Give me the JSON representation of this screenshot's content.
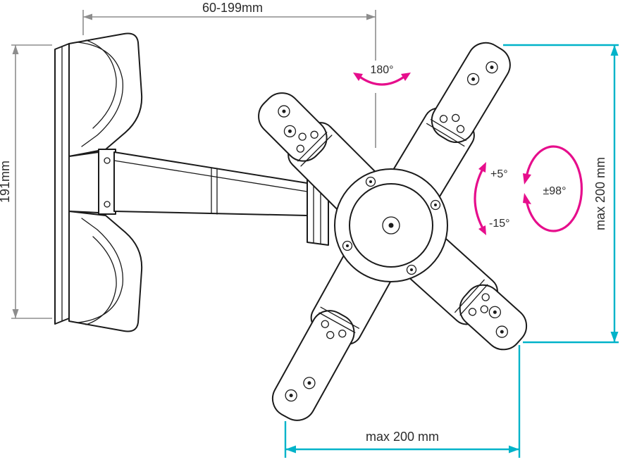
{
  "diagram": {
    "dimensions": {
      "arm_extension": "60-199mm",
      "bracket_height": "191mm",
      "vesa_vertical": "max 200 mm",
      "vesa_horizontal": "max 200 mm"
    },
    "angles": {
      "rotation": "180°",
      "tilt_up": "+5°",
      "tilt_down": "-15°",
      "swivel": "±98°"
    },
    "colors": {
      "outline": "#1b1b1b",
      "dimension_gray": "#8d8d8d",
      "accent_cyan": "#00b3c9",
      "accent_magenta": "#e60e8c",
      "text": "#2b2b2b"
    }
  }
}
